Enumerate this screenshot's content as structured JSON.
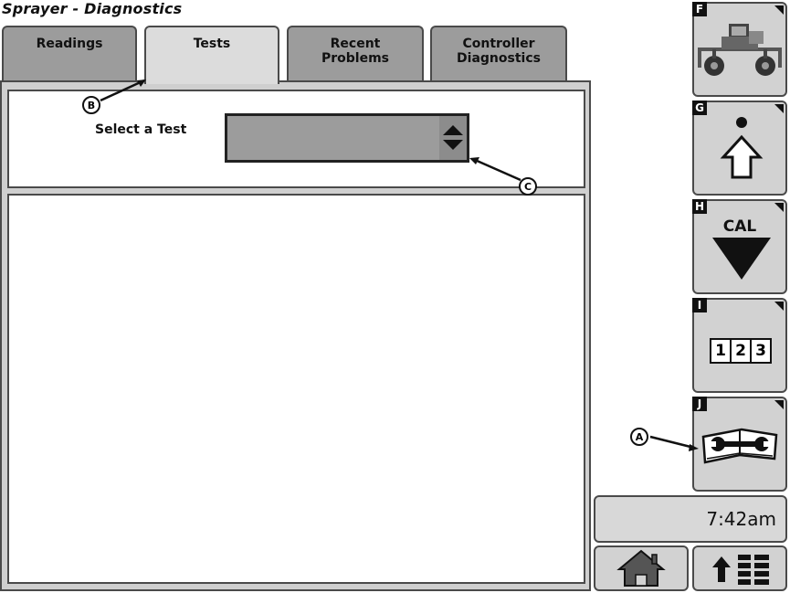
{
  "app": {
    "title": "Sprayer - Diagnostics"
  },
  "tabs": [
    {
      "label": "Readings",
      "active": false
    },
    {
      "label": "Tests",
      "active": true
    },
    {
      "label": "Recent\nProblems",
      "active": false
    },
    {
      "label": "Controller\nDiagnostics",
      "active": false
    }
  ],
  "main": {
    "select_test_label": "Select a Test",
    "select_test_value": ""
  },
  "callouts": {
    "a": "A",
    "b": "B",
    "c": "C"
  },
  "side_buttons": [
    {
      "key": "F",
      "icon": "sprayer-vehicle-icon"
    },
    {
      "key": "G",
      "icon": "shift-up-arrow-icon"
    },
    {
      "key": "H",
      "icon": "cal-down-triangle-icon",
      "label": "CAL"
    },
    {
      "key": "I",
      "icon": "numeric-keypad-icon",
      "digits": [
        "1",
        "2",
        "3"
      ]
    },
    {
      "key": "J",
      "icon": "manual-wrench-icon"
    }
  ],
  "status": {
    "time": "7:42am"
  },
  "bottom_buttons": [
    {
      "icon": "home-icon"
    },
    {
      "icon": "menu-up-icon"
    }
  ],
  "colors": {
    "tab_inactive": "#9c9c9c",
    "tab_active": "#dcdcdc",
    "panel": "#cfcfcf",
    "border": "#4a4a4a"
  }
}
